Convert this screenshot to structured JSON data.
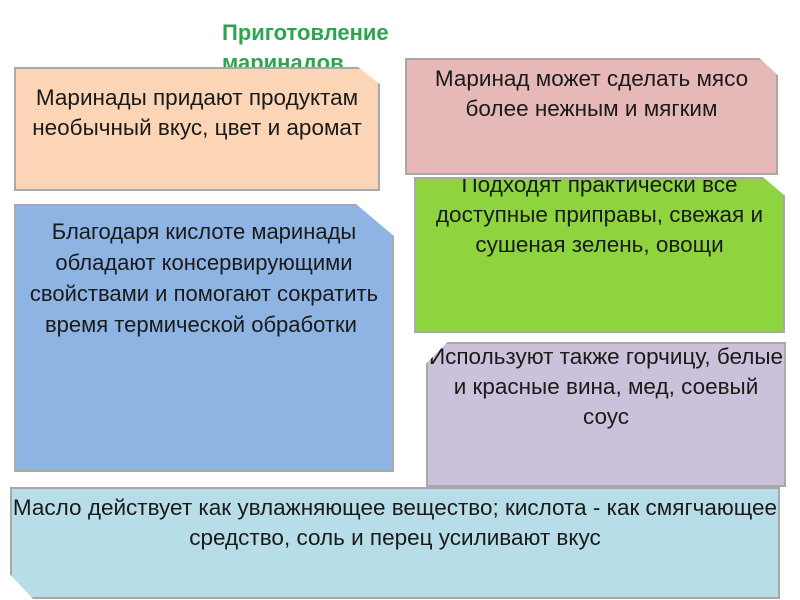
{
  "title": "Приготовление маринадов",
  "cards": {
    "card1": "Маринады придают продуктам необычный вкус, цвет и аромат",
    "card2": "Маринад может сделать мясо более нежным и мягким",
    "card3": "Подходят практически все доступные приправы, свежая и сушеная зелень, овощи",
    "card4": "Благодаря кислоте маринады обладают консервирующими свойствами и помогают сократить время термической обработки",
    "card4_dot": ".",
    "card5": "Используют также горчицу, белые и красные вина, мед, соевый соус",
    "card6": "Масло действует как увлажняющее вещество; кислота - как смягчающее средство, соль и перец усиливают вкус"
  },
  "colors": {
    "title": "#2ea44f",
    "card1": "#fbd5b5",
    "card2": "#e6b9b8",
    "card3": "#8ed43f",
    "card4": "#8eb4e3",
    "card5": "#ccc1da",
    "card6": "#b7dee8"
  }
}
